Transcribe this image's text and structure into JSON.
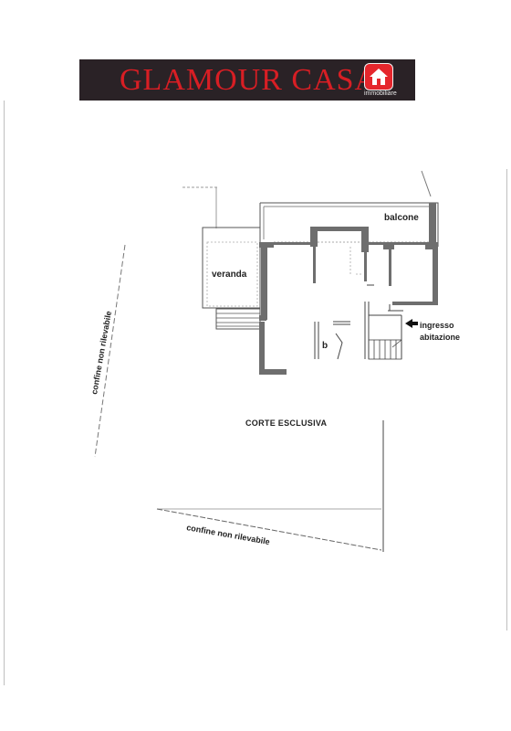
{
  "logo": {
    "brand": "GLAMOUR CASA",
    "subtitle": "immobiliare",
    "icon": "house-icon"
  },
  "plan_labels": {
    "balcone": "balcone",
    "veranda": "veranda",
    "ingresso_line1": "ingresso",
    "ingresso_line2": "abitazione",
    "room_b": "b",
    "corte": "CORTE ESCLUSIVA",
    "confine_left": "confine non rilevabile",
    "confine_bottom": "confine non rilevabile"
  },
  "colors": {
    "logo_bg": "#2a2226",
    "logo_red": "#d81e24",
    "wall": "#555555",
    "line": "#333333"
  }
}
